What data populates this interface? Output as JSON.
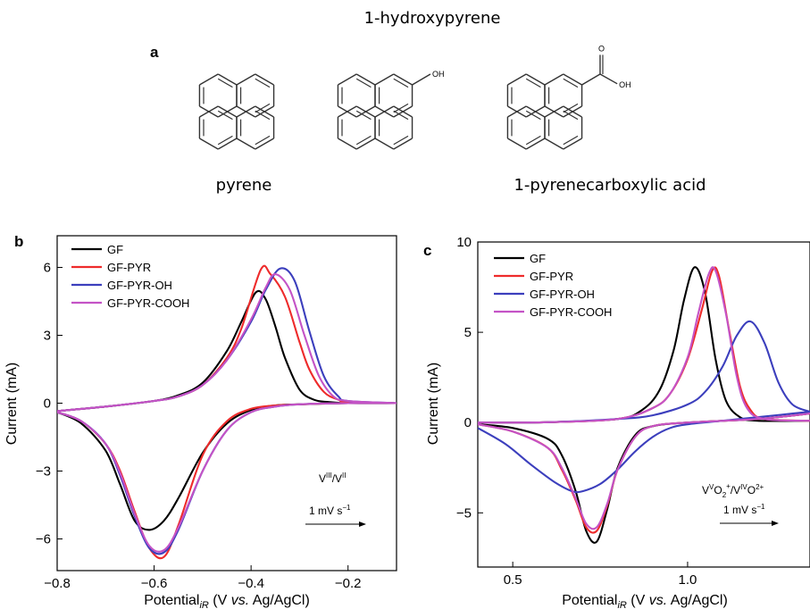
{
  "figure": {
    "panel_a": {
      "letter": "a",
      "top_label": "1-hydroxypyrene",
      "left_label": "pyrene",
      "right_label": "1-pyrenecarboxylic acid",
      "oh_atom": "OH",
      "cooh_o_atom": "O",
      "cooh_oh_atom": "OH"
    },
    "panel_b": {
      "letter": "b",
      "xlabel_main": "Potential",
      "xlabel_sub": "iR",
      "xlabel_rest_1": " (V ",
      "xlabel_italic": "vs.",
      "xlabel_rest_2": " Ag/AgCl)",
      "ylabel": "Current (mA)",
      "annotation_couple": "V",
      "annotation_sup1": "III",
      "annotation_mid": "/V",
      "annotation_sup2": "II",
      "annotation_rate": "1 mV s",
      "annotation_rate_sup": "−1"
    },
    "panel_c": {
      "letter": "c",
      "xlabel_main": "Potential",
      "xlabel_sub": "iR",
      "xlabel_rest_1": " (V ",
      "xlabel_italic": "vs.",
      "xlabel_rest_2": " Ag/AgCl)",
      "ylabel": "Current (mA)",
      "annotation_rate": "1 mV s",
      "annotation_rate_sup": "−1"
    }
  },
  "colors": {
    "GF": "#000000",
    "GF-PYR": "#ee2b2b",
    "GF-PYR-OH": "#3c3fbd",
    "GF-PYR-COOH": "#c453c6"
  },
  "chart_data": [
    {
      "type": "line",
      "panel": "b",
      "title": "",
      "xlabel": "PotentialiR (V vs. Ag/AgCl)",
      "ylabel": "Current (mA)",
      "xlim": [
        -0.8,
        -0.1
      ],
      "ylim": [
        -7.4,
        7.4
      ],
      "xticks": [
        -0.8,
        -0.6,
        -0.4,
        -0.2
      ],
      "xtick_labels": [
        "−0.8",
        "−0.6",
        "−0.4",
        "−0.2"
      ],
      "yticks": [
        -6,
        -3,
        0,
        3,
        6
      ],
      "ytick_labels": [
        "−6",
        "−3",
        "0",
        "3",
        "6"
      ],
      "grid": false,
      "legend_position": "top-left",
      "series": [
        {
          "name": "GF",
          "anodic": {
            "x": [
              -0.8,
              -0.7,
              -0.6,
              -0.55,
              -0.5,
              -0.45,
              -0.42,
              -0.39,
              -0.37,
              -0.35,
              -0.33,
              -0.3,
              -0.27,
              -0.24,
              -0.2,
              -0.1
            ],
            "y": [
              -0.35,
              -0.15,
              0.1,
              0.35,
              0.9,
              2.3,
              3.6,
              4.9,
              4.6,
              3.4,
              2.0,
              0.6,
              0.15,
              0.05,
              0.0,
              0.0
            ]
          },
          "cathodic": {
            "x": [
              -0.1,
              -0.2,
              -0.3,
              -0.35,
              -0.4,
              -0.45,
              -0.5,
              -0.55,
              -0.58,
              -0.61,
              -0.64,
              -0.67,
              -0.7,
              -0.75,
              -0.8
            ],
            "y": [
              0.0,
              0.0,
              -0.05,
              -0.1,
              -0.3,
              -0.9,
              -2.2,
              -4.2,
              -5.2,
              -5.6,
              -5.2,
              -3.6,
              -2.1,
              -0.9,
              -0.4
            ]
          }
        },
        {
          "name": "GF-PYR",
          "anodic": {
            "x": [
              -0.8,
              -0.7,
              -0.6,
              -0.55,
              -0.5,
              -0.45,
              -0.42,
              -0.38,
              -0.36,
              -0.33,
              -0.3,
              -0.28,
              -0.25,
              -0.22,
              -0.2,
              -0.1
            ],
            "y": [
              -0.35,
              -0.15,
              0.1,
              0.3,
              0.8,
              2.0,
              3.3,
              5.9,
              5.7,
              4.7,
              2.7,
              1.5,
              0.5,
              0.15,
              0.05,
              0.0
            ]
          },
          "cathodic": {
            "x": [
              -0.1,
              -0.2,
              -0.3,
              -0.35,
              -0.4,
              -0.45,
              -0.5,
              -0.55,
              -0.58,
              -0.61,
              -0.64,
              -0.67,
              -0.7,
              -0.75,
              -0.8
            ],
            "y": [
              0.0,
              0.0,
              -0.05,
              -0.1,
              -0.25,
              -0.8,
              -2.3,
              -5.4,
              -6.8,
              -6.4,
              -4.8,
              -3.0,
              -1.8,
              -0.8,
              -0.4
            ]
          }
        },
        {
          "name": "GF-PYR-OH",
          "anodic": {
            "x": [
              -0.8,
              -0.7,
              -0.6,
              -0.55,
              -0.5,
              -0.45,
              -0.4,
              -0.37,
              -0.34,
              -0.31,
              -0.28,
              -0.25,
              -0.22,
              -0.2,
              -0.1
            ],
            "y": [
              -0.35,
              -0.15,
              0.1,
              0.3,
              0.8,
              1.9,
              3.6,
              5.0,
              5.95,
              5.4,
              3.2,
              1.2,
              0.3,
              0.1,
              0.0
            ]
          },
          "cathodic": {
            "x": [
              -0.1,
              -0.2,
              -0.3,
              -0.35,
              -0.4,
              -0.45,
              -0.5,
              -0.55,
              -0.58,
              -0.61,
              -0.64,
              -0.67,
              -0.7,
              -0.75,
              -0.8
            ],
            "y": [
              0.0,
              0.0,
              -0.05,
              -0.15,
              -0.4,
              -1.2,
              -3.0,
              -5.6,
              -6.6,
              -6.4,
              -5.0,
              -3.2,
              -1.8,
              -0.8,
              -0.4
            ]
          }
        },
        {
          "name": "GF-PYR-COOH",
          "anodic": {
            "x": [
              -0.8,
              -0.7,
              -0.6,
              -0.55,
              -0.5,
              -0.45,
              -0.4,
              -0.37,
              -0.35,
              -0.32,
              -0.29,
              -0.26,
              -0.23,
              -0.2,
              -0.1
            ],
            "y": [
              -0.35,
              -0.15,
              0.1,
              0.3,
              0.8,
              1.9,
              3.7,
              5.1,
              5.7,
              5.0,
              3.0,
              1.2,
              0.3,
              0.1,
              0.0
            ]
          },
          "cathodic": {
            "x": [
              -0.1,
              -0.2,
              -0.3,
              -0.35,
              -0.4,
              -0.45,
              -0.5,
              -0.55,
              -0.58,
              -0.61,
              -0.64,
              -0.67,
              -0.7,
              -0.75,
              -0.8
            ],
            "y": [
              0.0,
              0.0,
              -0.05,
              -0.15,
              -0.4,
              -1.2,
              -3.0,
              -5.5,
              -6.5,
              -6.3,
              -4.9,
              -3.1,
              -1.8,
              -0.8,
              -0.4
            ]
          }
        }
      ]
    },
    {
      "type": "line",
      "panel": "c",
      "title": "",
      "xlabel": "PotentialiR (V vs. Ag/AgCl)",
      "ylabel": "Current (mA)",
      "xlim": [
        0.4,
        1.35
      ],
      "ylim": [
        -8.0,
        10.0
      ],
      "xticks": [
        0.5,
        1.0
      ],
      "xtick_labels": [
        "0.5",
        "1.0"
      ],
      "yticks": [
        -5,
        0,
        5,
        10
      ],
      "ytick_labels": [
        "−5",
        "0",
        "5",
        "10"
      ],
      "grid": false,
      "legend_position": "top-left",
      "series": [
        {
          "name": "GF",
          "anodic": {
            "x": [
              0.4,
              0.6,
              0.8,
              0.87,
              0.92,
              0.96,
              0.99,
              1.02,
              1.05,
              1.08,
              1.11,
              1.15,
              1.2,
              1.35
            ],
            "y": [
              0.0,
              0.02,
              0.2,
              0.7,
              1.8,
              4.0,
              6.8,
              8.6,
              7.2,
              3.5,
              1.2,
              0.3,
              0.1,
              0.1
            ]
          },
          "cathodic": {
            "x": [
              1.35,
              1.2,
              1.0,
              0.9,
              0.85,
              0.8,
              0.77,
              0.74,
              0.71,
              0.68,
              0.64,
              0.6,
              0.5,
              0.4
            ],
            "y": [
              0.5,
              0.2,
              0.0,
              -0.2,
              -0.7,
              -2.5,
              -4.8,
              -6.6,
              -6.0,
              -3.8,
              -1.8,
              -0.9,
              -0.3,
              -0.1
            ]
          }
        },
        {
          "name": "GF-PYR",
          "anodic": {
            "x": [
              0.4,
              0.6,
              0.8,
              0.9,
              0.95,
              1.0,
              1.04,
              1.07,
              1.09,
              1.12,
              1.15,
              1.18,
              1.22,
              1.35
            ],
            "y": [
              0.0,
              0.02,
              0.2,
              0.8,
              1.6,
              3.5,
              6.2,
              8.4,
              8.1,
              5.0,
              2.0,
              0.7,
              0.2,
              0.1
            ]
          },
          "cathodic": {
            "x": [
              1.35,
              1.2,
              1.0,
              0.9,
              0.85,
              0.8,
              0.77,
              0.74,
              0.71,
              0.68,
              0.64,
              0.6,
              0.5,
              0.4
            ],
            "y": [
              0.5,
              0.2,
              0.0,
              -0.2,
              -0.8,
              -2.6,
              -4.6,
              -6.0,
              -5.8,
              -4.3,
              -2.6,
              -1.4,
              -0.5,
              -0.1
            ]
          }
        },
        {
          "name": "GF-PYR-OH",
          "anodic": {
            "x": [
              0.4,
              0.6,
              0.8,
              0.9,
              1.0,
              1.05,
              1.1,
              1.14,
              1.18,
              1.22,
              1.26,
              1.3,
              1.35
            ],
            "y": [
              0.0,
              0.02,
              0.2,
              0.4,
              1.0,
              1.7,
              3.1,
              4.8,
              5.6,
              4.4,
              2.2,
              1.0,
              0.6
            ]
          },
          "cathodic": {
            "x": [
              1.35,
              1.2,
              1.1,
              1.0,
              0.95,
              0.9,
              0.85,
              0.8,
              0.75,
              0.7,
              0.67,
              0.62,
              0.55,
              0.48,
              0.4
            ],
            "y": [
              0.6,
              0.3,
              0.1,
              -0.1,
              -0.3,
              -0.8,
              -1.6,
              -2.6,
              -3.4,
              -3.8,
              -3.8,
              -3.3,
              -2.3,
              -1.2,
              -0.3
            ]
          }
        },
        {
          "name": "GF-PYR-COOH",
          "anodic": {
            "x": [
              0.4,
              0.6,
              0.8,
              0.9,
              0.95,
              1.0,
              1.03,
              1.06,
              1.08,
              1.11,
              1.14,
              1.17,
              1.22,
              1.35
            ],
            "y": [
              0.0,
              0.02,
              0.2,
              0.8,
              1.6,
              3.6,
              6.0,
              8.2,
              8.4,
              6.0,
              2.6,
              0.8,
              0.2,
              0.1
            ]
          },
          "cathodic": {
            "x": [
              1.35,
              1.2,
              1.0,
              0.9,
              0.85,
              0.8,
              0.77,
              0.74,
              0.71,
              0.68,
              0.64,
              0.6,
              0.5,
              0.4
            ],
            "y": [
              0.5,
              0.2,
              0.0,
              -0.2,
              -0.8,
              -2.6,
              -4.5,
              -5.8,
              -5.6,
              -4.2,
              -2.5,
              -1.4,
              -0.5,
              -0.1
            ]
          }
        }
      ]
    }
  ]
}
